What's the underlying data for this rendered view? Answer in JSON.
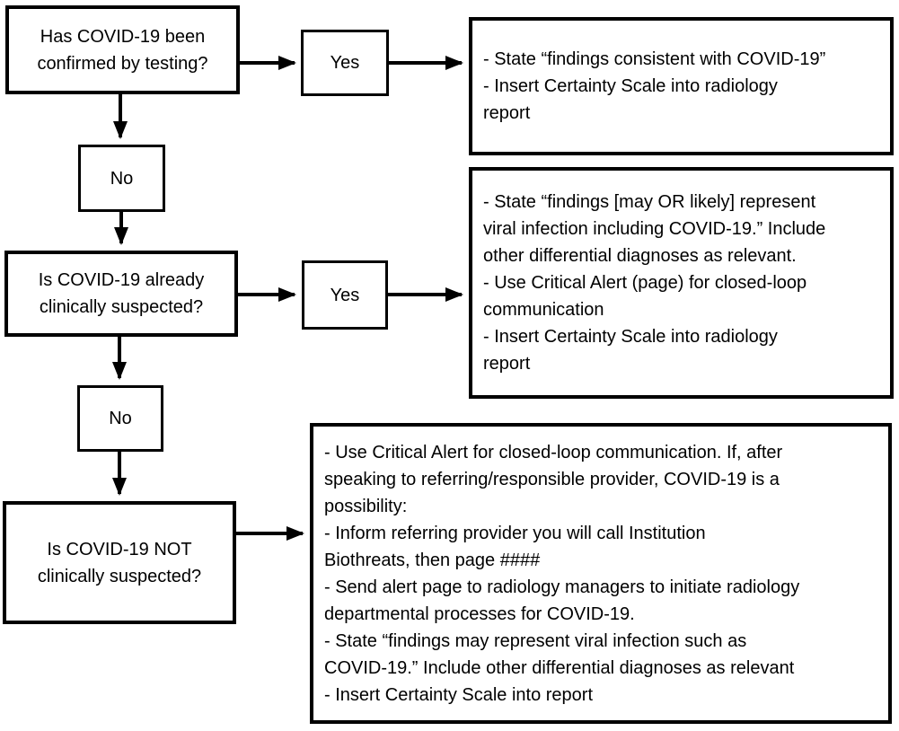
{
  "flowchart": {
    "decisions": {
      "q1": {
        "lines": [
          "Has COVID-19 been",
          "confirmed by testing?"
        ]
      },
      "q2": {
        "lines": [
          "Is COVID-19 already",
          "clinically suspected?"
        ]
      },
      "q3": {
        "lines": [
          "Is COVID-19 NOT",
          "clinically suspected?"
        ]
      }
    },
    "connectors": {
      "yes1": "Yes",
      "no1": "No",
      "yes2": "Yes",
      "no2": "No"
    },
    "actions": {
      "confirmed": {
        "lines": [
          "- State “findings consistent with COVID-19”",
          "- Insert Certainty Scale into radiology",
          "report"
        ]
      },
      "suspected": {
        "lines": [
          "- State “findings [may OR likely] represent",
          "viral infection including COVID-19.” Include",
          "other differential diagnoses as relevant.",
          "- Use Critical Alert (page) for closed-loop",
          "communication",
          "- Insert Certainty Scale into radiology",
          "report"
        ]
      },
      "not_suspected": {
        "lines": [
          "- Use Critical Alert for closed-loop communication. If, after",
          "speaking to referring/responsible provider, COVID-19 is a",
          "possibility:",
          "- Inform referring provider you will call Institution",
          "Biothreats, then page ####",
          "- Send alert page to radiology managers to initiate radiology",
          "departmental processes for COVID-19.",
          "- State “findings may represent viral infection such as",
          "COVID-19.” Include other differential diagnoses as relevant",
          "- Insert Certainty Scale into report"
        ]
      }
    },
    "colors": {
      "ink": "#000000",
      "background": "#ffffff"
    }
  }
}
